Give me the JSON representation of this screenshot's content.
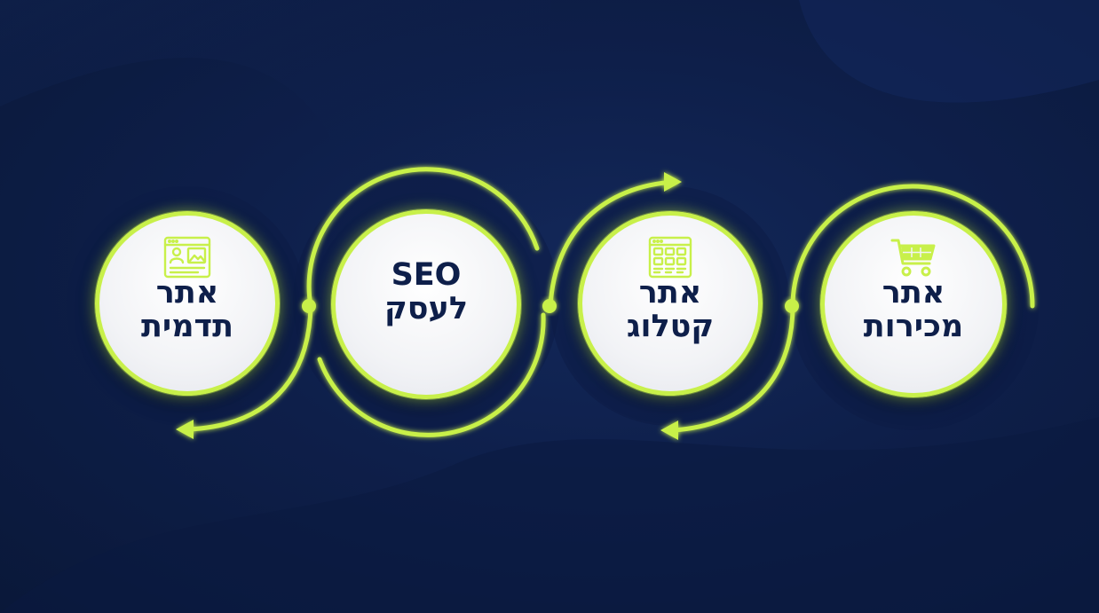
{
  "colors": {
    "background": "#0e1f4a",
    "accent": "#c8f04a",
    "node_fill": "#f2f3f6",
    "text": "#0e1f4a"
  },
  "nodes": [
    {
      "key": "image-site",
      "icon": "webpage-profile-icon",
      "line1": "אתר",
      "line2": "תדמית"
    },
    {
      "key": "seo",
      "icon": "",
      "line1": "SEO",
      "line2": "לעסק"
    },
    {
      "key": "catalog-site",
      "icon": "catalog-grid-icon",
      "line1": "אתר",
      "line2": "קטלוג"
    },
    {
      "key": "sales-site",
      "icon": "shopping-cart-icon",
      "line1": "אתר",
      "line2": "מכירות"
    }
  ]
}
